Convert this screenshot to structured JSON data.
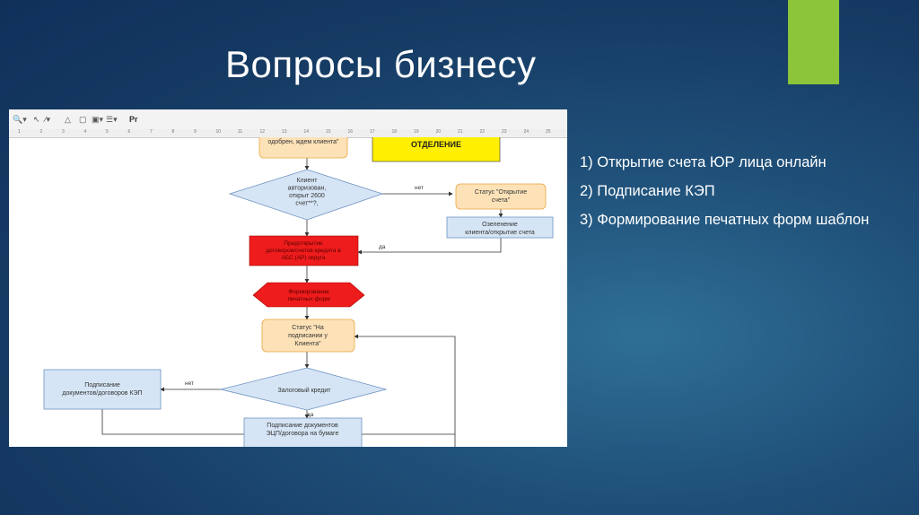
{
  "slide": {
    "title": "Вопросы бизнесу",
    "accent_color": "#8cc43a",
    "bullets": [
      "1) Открытие счета ЮР лица онлайн",
      "2) Подписание КЭП",
      "3) Формирование печатных форм шаблон"
    ]
  },
  "editor": {
    "toolbar_icons": [
      "zoom-icon",
      "pointer-icon",
      "connector-icon",
      "shape-icon",
      "text-icon",
      "image-icon",
      "font-icon"
    ],
    "toolbar_font_label": "Pr",
    "ruler_ticks": [
      "1",
      "2",
      "3",
      "4",
      "5",
      "6",
      "7",
      "8",
      "9",
      "10",
      "11",
      "12",
      "13",
      "14",
      "15",
      "16",
      "17",
      "18",
      "19",
      "20",
      "21",
      "22",
      "23",
      "24",
      "25"
    ]
  },
  "flowchart": {
    "box_top": "одобрен, ждем клиента\"",
    "yellow_label": "ОТДЕЛЕНИЕ",
    "diamond_authorized": [
      "Клиент",
      "авторизован,",
      "открыт 2600",
      "счет**?,"
    ],
    "edge_no_1": "нет",
    "status_open": [
      "Статус \"Открытие",
      "счета\""
    ],
    "greening": [
      "Озеленение",
      "клиента/открытие счета"
    ],
    "edge_yes_1": "да",
    "red_box": [
      "Предоткрытие",
      "договоров/счетов кредита в",
      "АБС (АР) округа"
    ],
    "red_hex": [
      "Формирование",
      "печатных форм"
    ],
    "status_signing": [
      "Статус \"На",
      "подписании у",
      "Клиента\""
    ],
    "signing_kep": [
      "Подписание",
      "документов/договоров КЭП"
    ],
    "edge_no_2": "нет",
    "diamond_collateral": "Залоговый кредит",
    "edge_yes_2": "да",
    "signing_paper": [
      "Подписание документов",
      "ЭЦП/договора на бумаге"
    ],
    "colors": {
      "orange_fill": "#fde2b8",
      "orange_stroke": "#e9a53b",
      "blue_fill": "#d6e5f5",
      "blue_stroke": "#6e93c2",
      "yellow_fill": "#ffef00",
      "red_fill": "#ee1c1c"
    }
  }
}
